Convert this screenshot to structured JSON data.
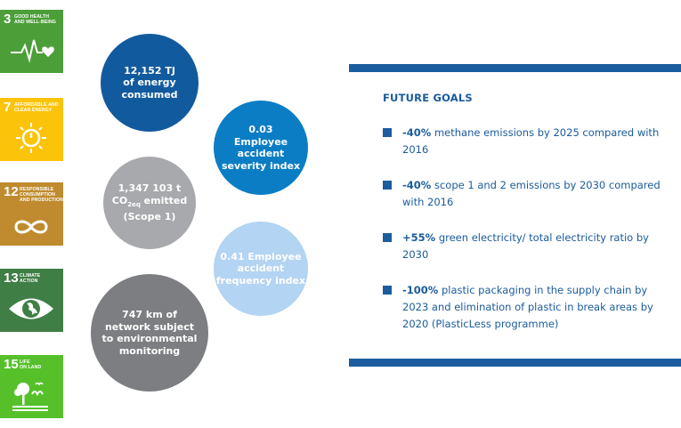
{
  "sdg_goals": [
    {
      "number": "3",
      "title_line1": "GOOD HEALTH",
      "title_line2": "AND WELL-BEING",
      "title_line3": "",
      "color": "#4c9f38",
      "icon": "heartbeat-icon"
    },
    {
      "number": "7",
      "title_line1": "AFFORDABLE AND",
      "title_line2": "CLEAN ENERGY",
      "title_line3": "",
      "color": "#fcc30b",
      "icon": "sun-power-icon"
    },
    {
      "number": "12",
      "title_line1": "RESPONSIBLE",
      "title_line2": "CONSUMPTION",
      "title_line3": "AND PRODUCTION",
      "color": "#bf8b2e",
      "icon": "infinity-loop-icon"
    },
    {
      "number": "13",
      "title_line1": "CLIMATE",
      "title_line2": "ACTION",
      "title_line3": "",
      "color": "#3f7e44",
      "icon": "eye-globe-icon"
    },
    {
      "number": "15",
      "title_line1": "LIFE",
      "title_line2": "ON LAND",
      "title_line3": "",
      "color": "#56c02b",
      "icon": "tree-birds-icon"
    }
  ],
  "metrics": {
    "energy": {
      "line1": "12,152 TJ",
      "line2": "of energy",
      "line3": "consumed",
      "color": "#125a9e"
    },
    "severity": {
      "line1": "0.03",
      "line2": "Employee",
      "line3": "accident",
      "line4": "severity index",
      "color": "#0b7dc5"
    },
    "co2": {
      "line1": "1,347 103 t",
      "line2_main": "CO",
      "line2_sub": "2eq",
      "line2_rest": " emitted",
      "line3": "(Scope 1)",
      "color": "#a7a9ac"
    },
    "frequency": {
      "line1": "0.41 Employee",
      "line2": "accident",
      "line3": "frequency index",
      "color": "#b3d4f2"
    },
    "network": {
      "line1": "747 km of",
      "line2": "network subject",
      "line3": "to environmental",
      "line4": "monitoring",
      "color": "#7c7e81"
    }
  },
  "future_goals": {
    "title": "FUTURE GOALS",
    "accent_color": "#1b5d9e",
    "items": [
      {
        "highlight": "-40%",
        "text": " methane emissions by 2025 compared with 2016"
      },
      {
        "highlight": "-40%",
        "text": " scope 1 and 2 emissions by 2030 compared with 2016"
      },
      {
        "highlight": "+55%",
        "text": " green electricity/ total electricity ratio by 2030"
      },
      {
        "highlight": "-100%",
        "text": " plastic packaging in the supply chain by 2023 and elimination of plastic in break areas by 2020 (PlasticLess programme)"
      }
    ]
  }
}
